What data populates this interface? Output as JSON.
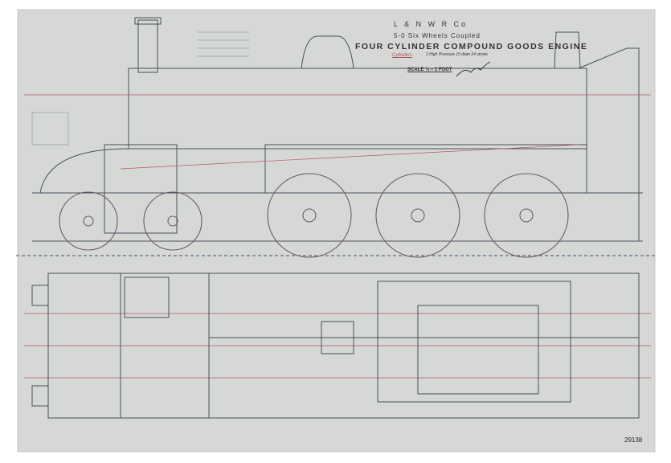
{
  "title_block": {
    "company": "L & N W R Co",
    "class": "5-0 Six Wheels Coupled",
    "title": "FOUR CYLINDER COMPOUND GOODS ENGINE",
    "cylinders_label": "Cylinders",
    "cylinders_hp": "2 High Pressure 15 diam 24 stroke",
    "scale": "SCALE ¾ = 1 FOOT"
  },
  "drawing_number": "29138",
  "colors": {
    "paper": "#d6d8d6",
    "ink": "#4a4f5a",
    "red_ink": "#b0586a"
  }
}
